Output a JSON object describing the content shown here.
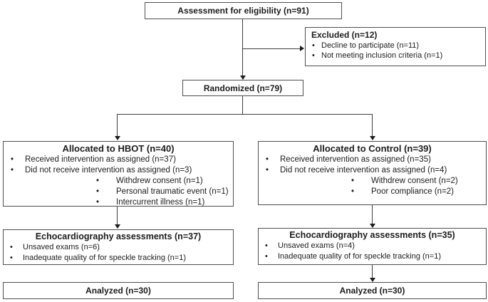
{
  "boxes": {
    "eligibility": {
      "title": "Assessment for eligibility (n=91)"
    },
    "excluded": {
      "title": "Excluded (n=12)",
      "items": [
        "Decline to participate (n=11)",
        "Not meeting inclusion criteria (n=1)"
      ]
    },
    "randomized": {
      "title": "Randomized (n=79)"
    },
    "alloc_hbot": {
      "title": "Allocated to HBOT (n=40)",
      "items": [
        "Received intervention as assigned (n=37)",
        "Did not receive intervention as assigned (n=3)"
      ],
      "subitems": [
        "Withdrew consent (n=1)",
        "Personal traumatic event (n=1)",
        "Intercurrent illness (n=1)"
      ]
    },
    "alloc_control": {
      "title": "Allocated to Control (n=39)",
      "items": [
        "Received intervention as assigned (n=35)",
        "Did not receive intervention as assigned (n=4)"
      ],
      "subitems": [
        "Withdrew consent (n=2)",
        "Poor compliance (n=2)"
      ]
    },
    "echo_hbot": {
      "title": "Echocardiography assessments (n=37)",
      "items": [
        "Unsaved exams (n=6)",
        "Inadequate quality of for speckle tracking (n=1)"
      ]
    },
    "echo_control": {
      "title": "Echocardiography assessments (n=35)",
      "items": [
        "Unsaved exams (n=4)",
        "Inadequate quality of for speckle tracking (n=1)"
      ]
    },
    "analyzed_hbot": {
      "title": "Analyzed (n=30)"
    },
    "analyzed_control": {
      "title": "Analyzed (n=30)"
    }
  },
  "colors": {
    "border": "#4f4f4f",
    "line": "#3d3d3d",
    "arrowhead": "#1c1c1c",
    "text": "#1c1c1c",
    "background": "#ffffff"
  }
}
